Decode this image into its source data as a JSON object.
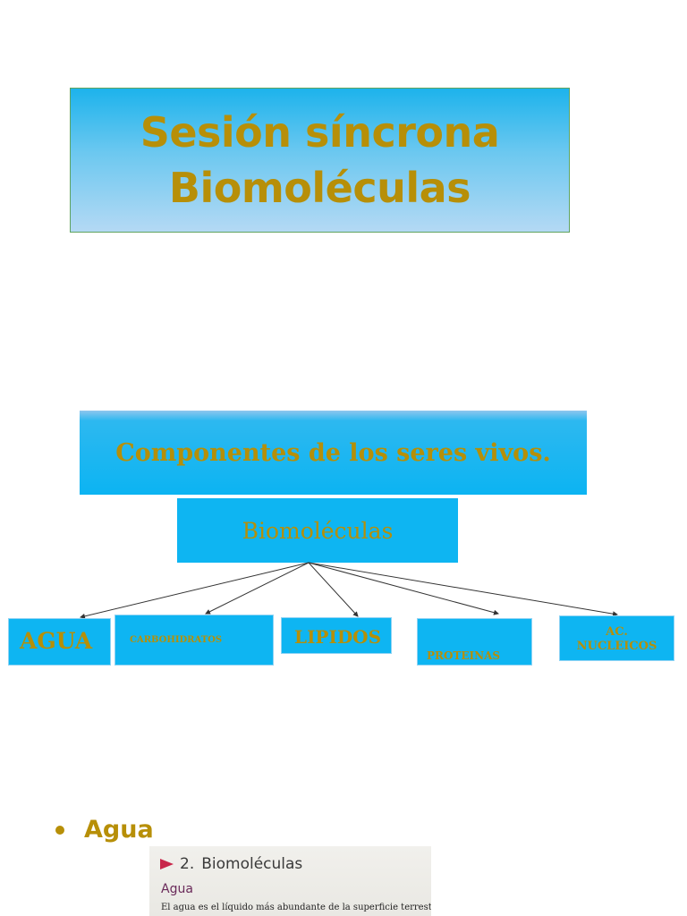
{
  "title": {
    "line1": "Sesión síncrona",
    "line2": "Biomoléculas"
  },
  "diagram": {
    "heading": "Componentes de los seres vivos.",
    "root": "Biomoléculas",
    "leaves": {
      "agua": "AGUA",
      "carbohidratos": "CARBOHIDRATOS",
      "lipidos": "LIPIDOS",
      "proteinas": "PROTEINAS",
      "acidos_line1": "AC.",
      "acidos_line2": "NUCLEICOS"
    }
  },
  "bullet": {
    "label": "Agua"
  },
  "excerpt": {
    "number": "2.",
    "title": "Biomoléculas",
    "subtitle": "Agua",
    "text": "El agua es el líquido más abundante de la superficie terrestre, se"
  },
  "colors": {
    "gold_text": "#b78f08",
    "box_blue": "#0eb5f2",
    "marker_red": "#c8264a"
  }
}
